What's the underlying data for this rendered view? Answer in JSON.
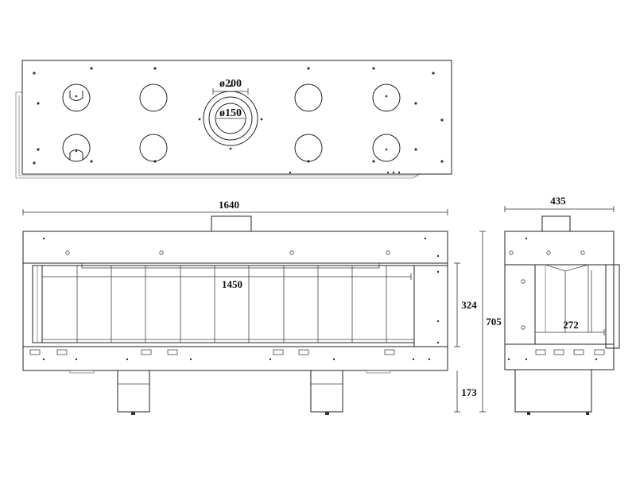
{
  "dimensions": {
    "chimney_outer": "ø200",
    "chimney_inner": "ø150",
    "overall_width": "1640",
    "opening_width": "1450",
    "opening_height": "324",
    "overall_height": "705",
    "leg_height": "173",
    "depth": "435",
    "inner_depth": "272"
  }
}
